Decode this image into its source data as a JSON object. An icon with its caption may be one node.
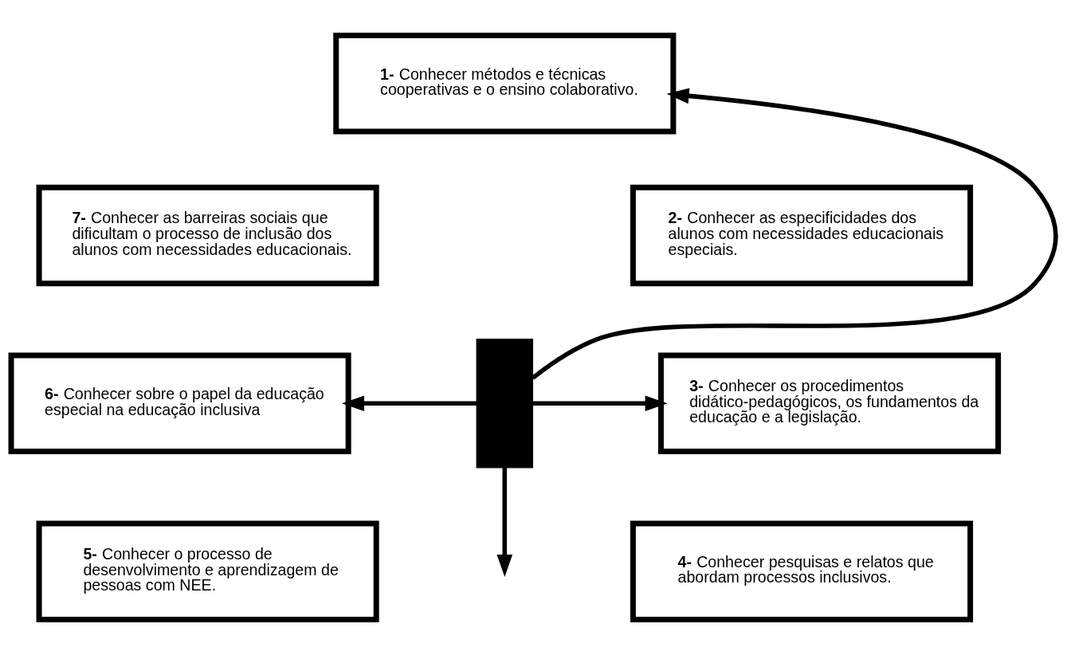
{
  "diagram": {
    "nodes": [
      {
        "text": [
          "**1-** Conhecer métodos e técnicas cooperativas e o ensino colaborativo."
        ]
      },
      {
        "text": [
          "**2-** Conhecer as especificidades dos alunos com necessidades educacionais especiais."
        ]
      },
      {
        "text": [
          "**3-** Conhecer os procedimentos didático-pedagógicos, os fundamentos da educação e a legislação."
        ]
      },
      {
        "text": [
          "**4-** Conhecer pesquisas e relatos que abordam processos inclusivos."
        ]
      },
      {
        "text": [
          "**5-** Conhecer o processo de desenvolvimento e aprendizagem de pessoas com NEE."
        ]
      },
      {
        "text": [
          "**6-** Conhecer sobre o papel da educação especial na educação inclusiva"
        ]
      },
      {
        "text": [
          "**7-** Conhecer as barreiras sociais que dificultam o processo de inclusão dos alunos com necessidades educacionais."
        ]
      },
      {
        "text": [],
        "shape": "bar"
      }
    ],
    "edges": [
      {
        "from": 7,
        "to": 0,
        "arrow": "to"
      },
      {
        "from": 7,
        "to": 2,
        "arrow": "to"
      },
      {
        "from": 7,
        "to": 5,
        "arrow": "to"
      },
      {
        "from": 7,
        "to": null,
        "arrow": "to"
      }
    ]
  }
}
